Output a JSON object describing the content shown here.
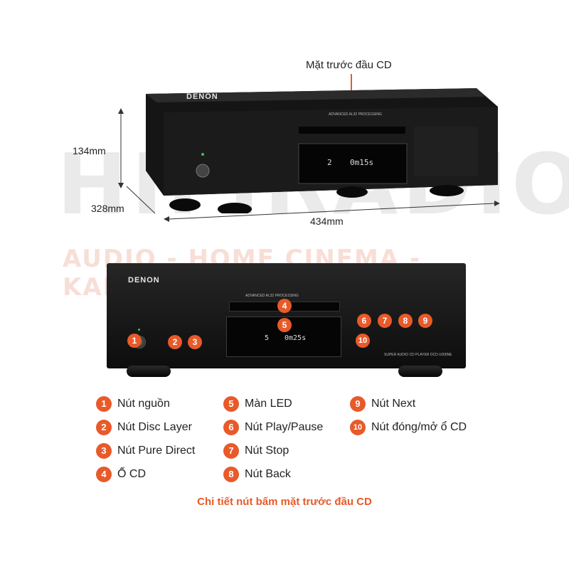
{
  "top_view": {
    "callout": "Mặt trước đầu CD",
    "dim_height": "134mm",
    "dim_depth": "328mm",
    "dim_width": "434mm",
    "brand": "DENON",
    "processing": "ADVANCED AL32 PROCESSING",
    "display": {
      "track": "2",
      "time": "0m15s"
    }
  },
  "watermark": {
    "brand": "HIFIRADIO",
    "tagline": "AUDIO - HOME CINEMA - KARAOKE"
  },
  "front_view": {
    "brand": "DENON",
    "processing": "ADVANCED AL32 PROCESSING",
    "display": {
      "track": "5",
      "time": "0m25s"
    },
    "model": "SUPER AUDIO CD PLAYER DCD-1600NE",
    "badges": [
      "1",
      "2",
      "3",
      "4",
      "5",
      "6",
      "7",
      "8",
      "9",
      "10"
    ]
  },
  "legend": [
    {
      "num": "1",
      "label": "Nút nguồn"
    },
    {
      "num": "2",
      "label": "Nút Disc Layer"
    },
    {
      "num": "3",
      "label": "Nút Pure Direct"
    },
    {
      "num": "4",
      "label": "Ổ CD"
    },
    {
      "num": "5",
      "label": "Màn LED"
    },
    {
      "num": "6",
      "label": "Nút Play/Pause"
    },
    {
      "num": "7",
      "label": "Nút Stop"
    },
    {
      "num": "8",
      "label": "Nút Back"
    },
    {
      "num": "9",
      "label": "Nút Next"
    },
    {
      "num": "10",
      "label": "Nút đóng/mở ổ CD"
    }
  ],
  "caption": "Chi tiết nút bấm mặt trước đầu CD",
  "colors": {
    "accent": "#e85a2a",
    "device": "#111111"
  }
}
